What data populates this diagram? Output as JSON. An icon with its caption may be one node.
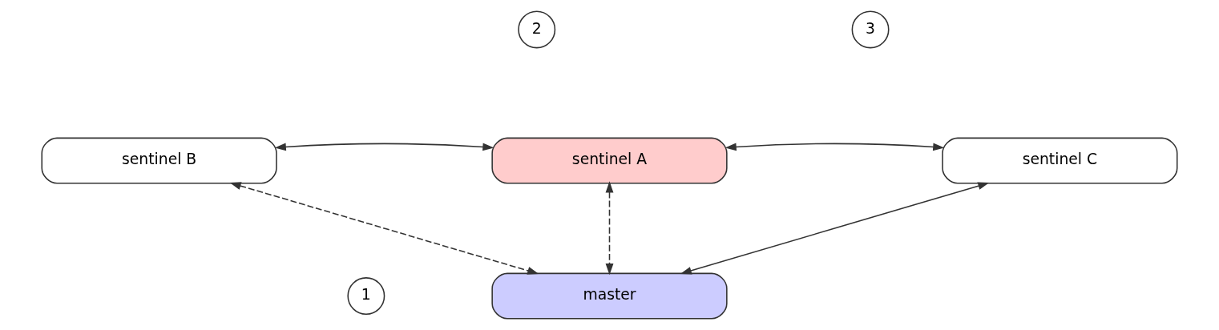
{
  "diagram": {
    "nodes": [
      {
        "text": [
          "sentinel B"
        ]
      },
      {
        "text": [
          "sentinel A"
        ]
      },
      {
        "text": [
          "sentinel C"
        ]
      },
      {
        "text": [
          "master"
        ]
      }
    ],
    "edges": [
      {
        "from": 0,
        "to": 1,
        "arrow": "both"
      },
      {
        "from": 1,
        "to": 2,
        "arrow": "both"
      },
      {
        "from": 0,
        "to": 3,
        "arrow": "both",
        "style": "dashed"
      },
      {
        "from": 1,
        "to": 3,
        "arrow": "both",
        "style": "dashed"
      },
      {
        "from": 2,
        "to": 3,
        "arrow": "both"
      }
    ],
    "labels": [
      "2",
      "3",
      "1"
    ]
  }
}
